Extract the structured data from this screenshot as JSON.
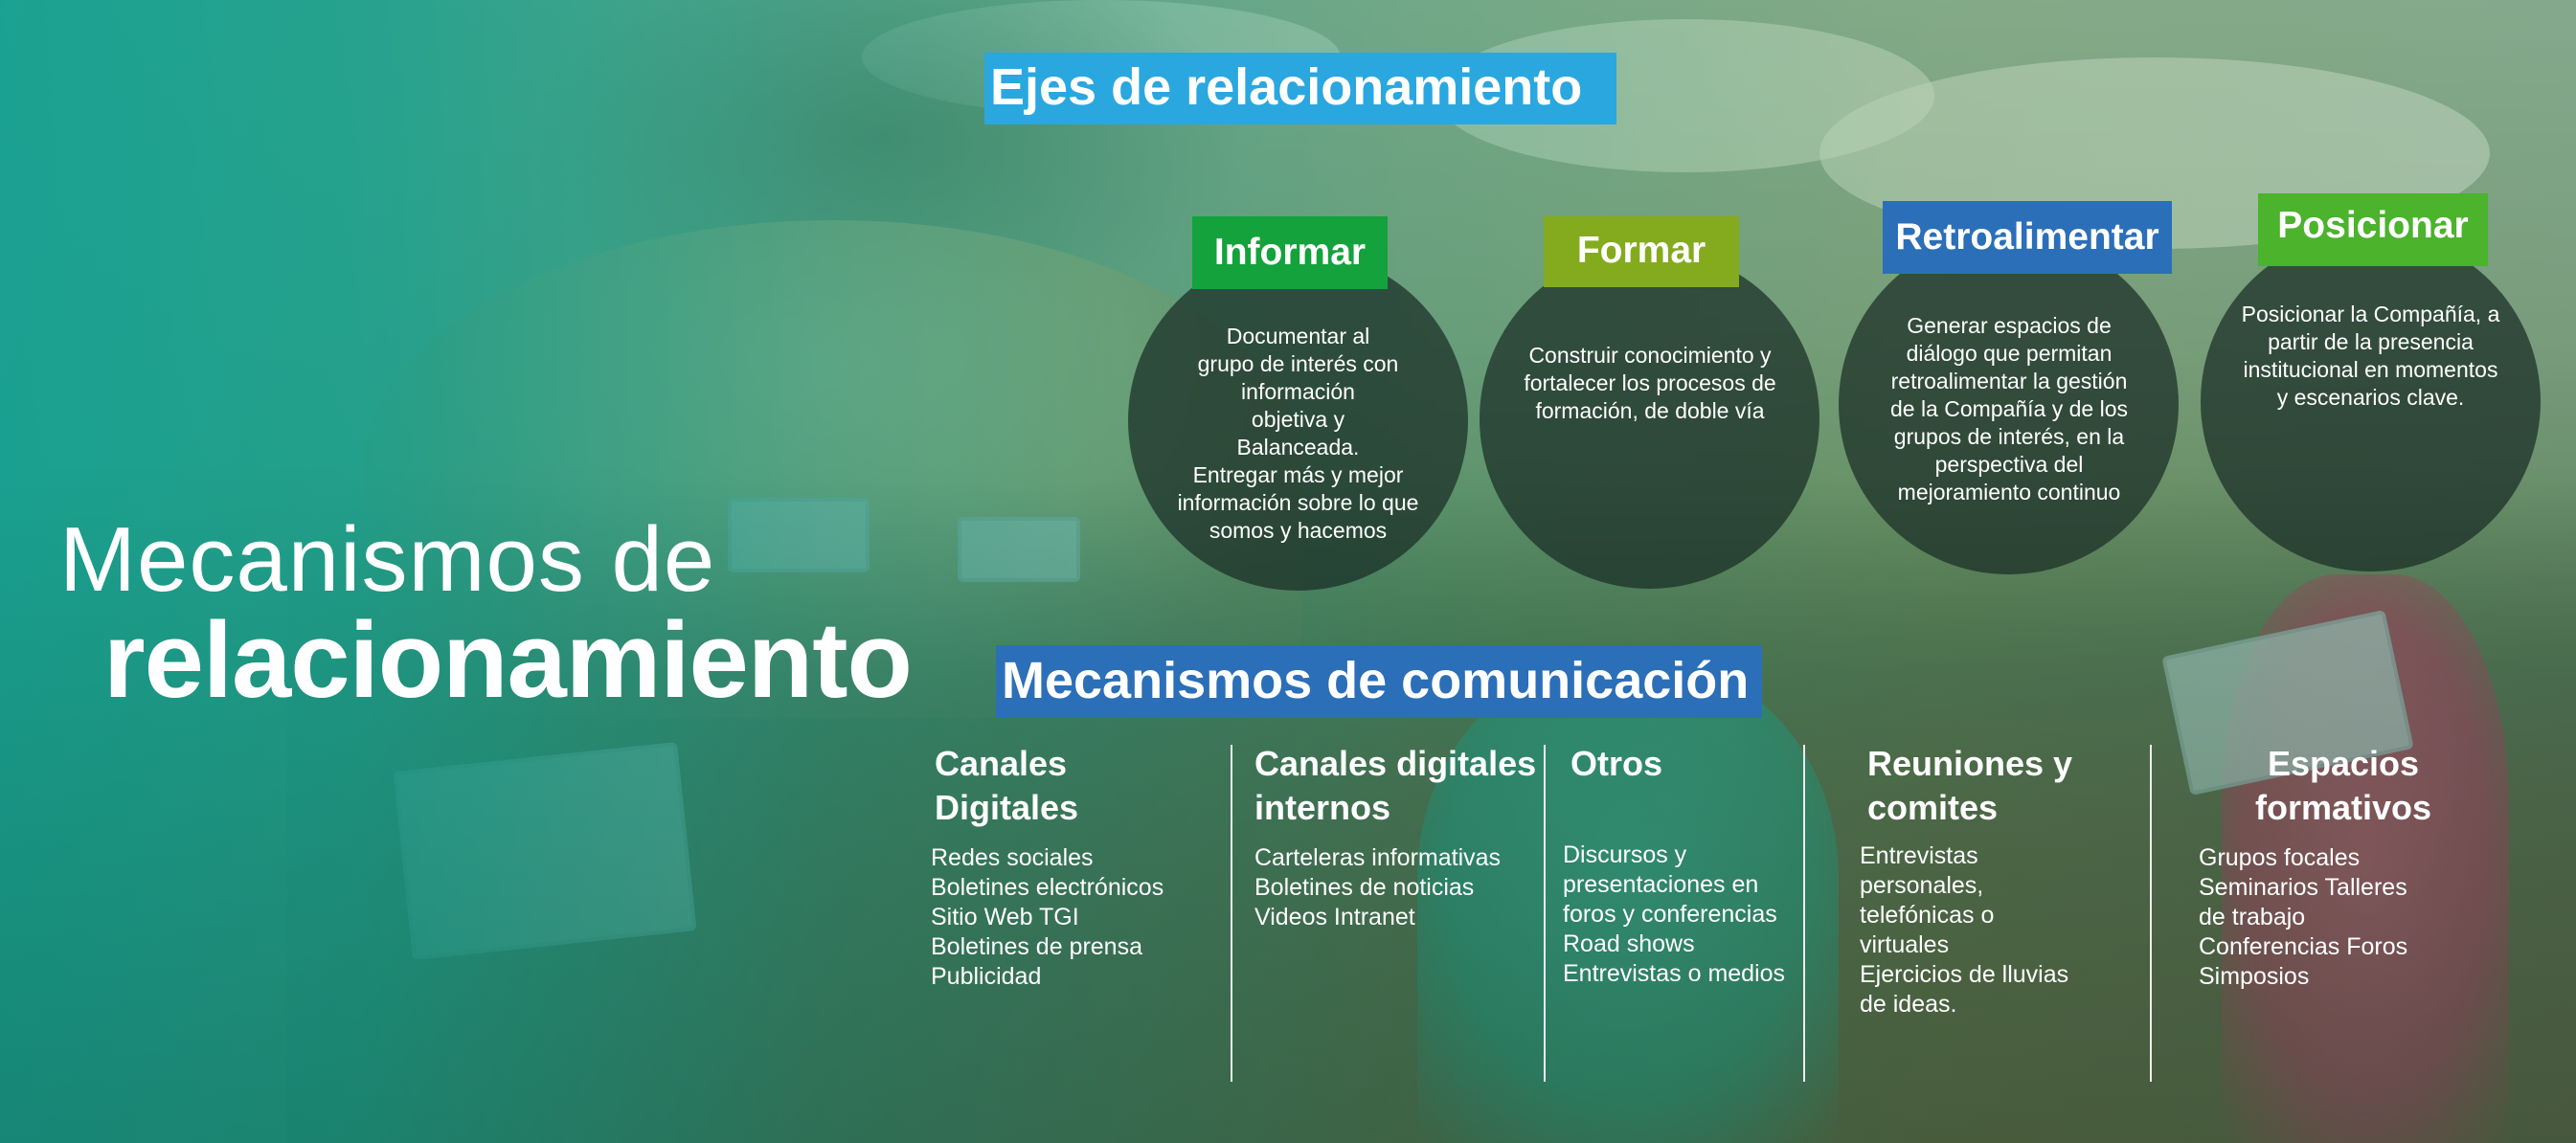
{
  "main_title": {
    "line1": "Mecanismos de",
    "line2": "relacionamiento"
  },
  "ejes": {
    "title": "Ejes de relacionamiento",
    "items": [
      {
        "label": "Informar",
        "color": "#13a23b",
        "text": "Documentar al\ngrupo de interés con\ninformación\nobjetiva y\nBalanceada.\nEntregar más y mejor\ninformación sobre lo que\nsomos y hacemos"
      },
      {
        "label": "Formar",
        "color": "#84ab1e",
        "text": "Construir conocimiento y\nfortalecer los procesos de\nformación, de doble vía"
      },
      {
        "label": "Retroalimentar",
        "color": "#2b6fb8",
        "text": "Generar espacios de\ndiálogo que permitan\nretroalimentar la gestión\nde la Compañía y de los\ngrupos de interés, en la\nperspectiva del\nmejoramiento continuo"
      },
      {
        "label": "Posicionar",
        "color": "#4bb32c",
        "text": "Posicionar la Compañía, a\npartir de la presencia\ninstitucional en momentos\ny escenarios clave."
      }
    ]
  },
  "mecanismos": {
    "title": "Mecanismos de comunicación",
    "columns": [
      {
        "heading": "Canales\nDigitales",
        "items": "Redes sociales\nBoletines electrónicos\nSitio Web TGI\nBoletines de prensa\nPublicidad"
      },
      {
        "heading": "Canales digitales\ninternos",
        "items": "Carteleras informativas\nBoletines de noticias\nVideos Intranet"
      },
      {
        "heading": "Otros",
        "items": "Discursos y\npresentaciones en\nforos y conferencias\nRoad shows\nEntrevistas o medios"
      },
      {
        "heading": "Reuniones y\ncomites",
        "items": "Entrevistas\npersonales,\ntelefónicas o\nvirtuales\nEjercicios de lluvias\nde ideas."
      },
      {
        "heading": "Espacios\nformativos",
        "items": "Grupos focales\nSeminarios Talleres\nde trabajo\nConferencias Foros\nSimposios"
      }
    ]
  },
  "colors": {
    "overlay_teal": "#17a091",
    "ejes_title_bg": "#2aa7df",
    "mecanismos_title_bg": "#2b6fb8"
  }
}
